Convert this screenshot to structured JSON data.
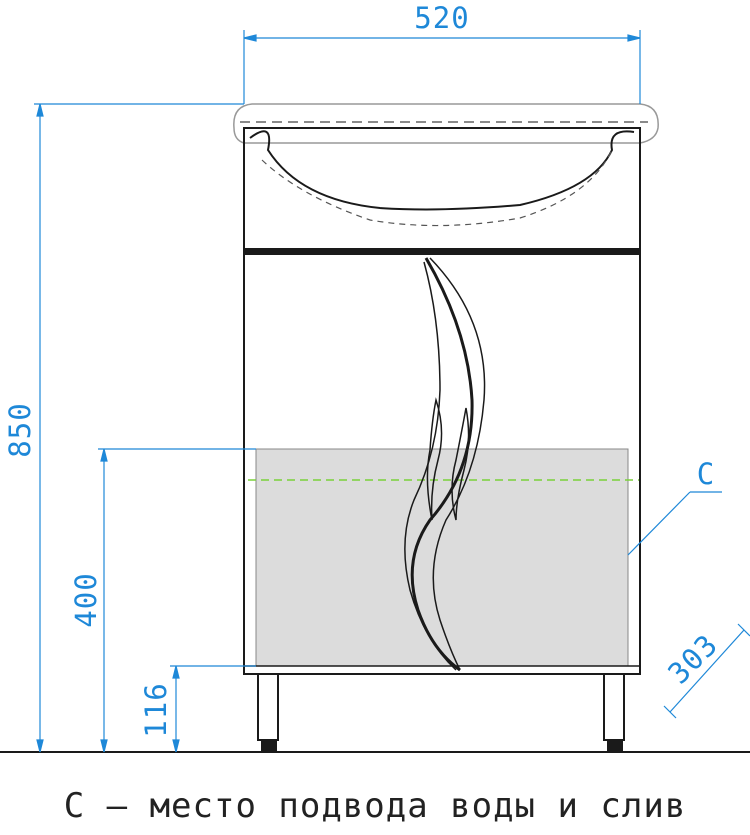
{
  "dimensions": {
    "width": "520",
    "height": "850",
    "service_zone_height": "400",
    "leg_height": "116",
    "depth": "303"
  },
  "callout_label": "C",
  "caption": "С – место подвода воды и слив",
  "colors": {
    "dimension": "#1e88d8",
    "outline": "#1a1a1a",
    "service_zone_fill": "#dcdcdc",
    "service_line": "#7ad13a"
  }
}
